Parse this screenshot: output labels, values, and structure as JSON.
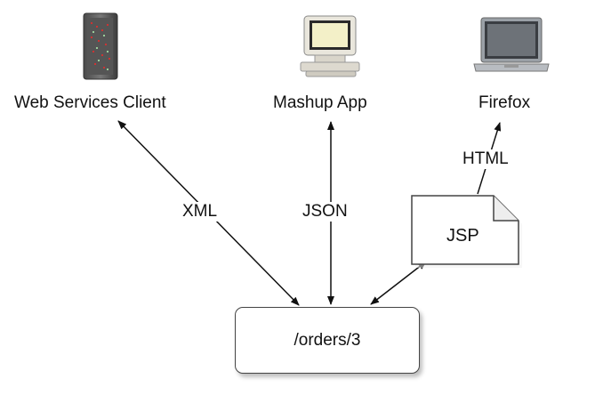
{
  "nodes": {
    "client": {
      "label": "Web Services Client",
      "icon": "server-rack-icon"
    },
    "mashup": {
      "label": "Mashup App",
      "icon": "desktop-computer-icon"
    },
    "browser": {
      "label": "Firefox",
      "icon": "laptop-icon"
    },
    "jsp": {
      "label": "JSP",
      "icon": "document-icon"
    },
    "resource": {
      "label": "/orders/3"
    }
  },
  "edges": {
    "client_resource": {
      "label": "XML",
      "direction": "bidirectional"
    },
    "mashup_resource": {
      "label": "JSON",
      "direction": "bidirectional"
    },
    "jsp_browser": {
      "label": "HTML",
      "direction": "one-way"
    },
    "resource_jsp": {
      "label": "",
      "direction": "bidirectional"
    }
  }
}
